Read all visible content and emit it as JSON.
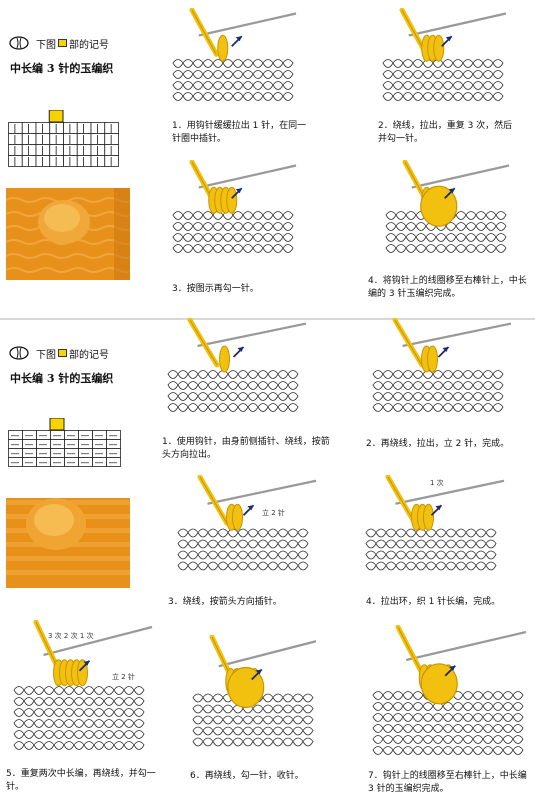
{
  "section1": {
    "legend": "下图",
    "legend_tail": "部的记号",
    "title": "中长编 3 针的玉编织",
    "chart": {
      "rows": 4,
      "cols": 8,
      "symbol": "|",
      "highlight_col": 4
    },
    "steps": [
      {
        "num": "1．",
        "text": "用钩针缓缓拉出 1 针，在同一针圈中插针。"
      },
      {
        "num": "2．",
        "text": "绕线，拉出，重复 3 次，然后并勾一针。"
      },
      {
        "num": "3．",
        "text": "按图示再勾一针。"
      },
      {
        "num": "4．",
        "text": "将钩针上的线圈移至右棒针上，中长编的 3 针玉编织完成。"
      }
    ]
  },
  "section2": {
    "legend": "下图",
    "legend_tail": "部的记号",
    "title": "中长编 3 针的玉编织",
    "chart": {
      "rows": 4,
      "cols": 8,
      "symbol": "—",
      "highlight_col": 4
    },
    "steps": [
      {
        "num": "1．",
        "text": "使用钩针，由身前侧插针、绕线，按箭头方向拉出。"
      },
      {
        "num": "2．",
        "text": "再绕线，拉出，立 2 针，完成。"
      },
      {
        "num": "3．",
        "text": "绕线，按箭头方向插针。"
      },
      {
        "num": "4．",
        "text": "拉出环，织 1 针长编，完成。"
      },
      {
        "num": "5．",
        "text": "重复两次中长编，再绕线，并勾一针。"
      },
      {
        "num": "6．",
        "text": "再绕线，勾一针，收针。"
      },
      {
        "num": "7．",
        "text": "钩针上的线圈移至右棒针上，中长编 3 针的玉编织完成。"
      }
    ],
    "tags": {
      "chain": "立 2 针",
      "once": "1 次",
      "three": "3 次",
      "two": "2 次",
      "one": "1 次",
      "chain2": "立 2 针"
    }
  },
  "colors": {
    "yarn": "#f2c10f",
    "yarn_dark": "#c89400",
    "swatch": "#e8941a",
    "highlight": "#f7d400",
    "needle": "#bbbbbb"
  }
}
